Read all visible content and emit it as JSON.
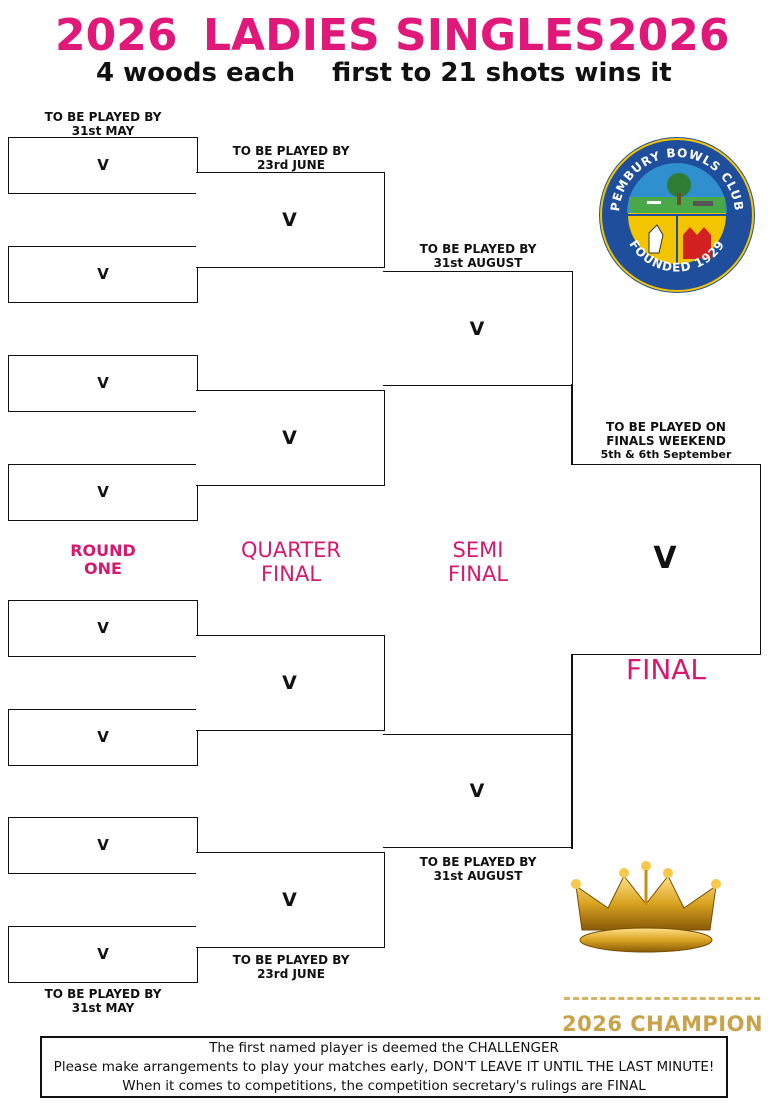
{
  "header": {
    "year_left": "2026",
    "title": "LADIES SINGLES",
    "year_right": "2026",
    "subtitle_left": "4 woods each",
    "subtitle_right": "first to 21 shots wins it"
  },
  "schedule": {
    "r1_top": [
      "TO BE PLAYED BY",
      "31st MAY"
    ],
    "qf_top": [
      "TO BE PLAYED BY",
      "23rd JUNE"
    ],
    "sf_top": [
      "TO BE PLAYED BY",
      "31st AUGUST"
    ],
    "final": [
      "TO BE PLAYED ON",
      "FINALS WEEKEND",
      "5th & 6th September"
    ],
    "sf_bottom": [
      "TO BE PLAYED BY",
      "31st AUGUST"
    ],
    "qf_bottom": [
      "TO BE PLAYED BY",
      "23rd JUNE"
    ],
    "r1_bottom": [
      "TO BE PLAYED BY",
      "31st MAY"
    ]
  },
  "rounds": {
    "round_one": [
      "ROUND",
      "ONE"
    ],
    "quarter_final": [
      "QUARTER",
      "FINAL"
    ],
    "semi_final": [
      "SEMI",
      "FINAL"
    ],
    "final": "FINAL"
  },
  "versus": "V",
  "logo": {
    "name": "PEMBURY BOWLS CLUB",
    "founded": "FOUNDED 1929"
  },
  "champion_label": "2026 CHAMPION",
  "footer": {
    "line1": "The first named player is deemed the CHALLENGER",
    "line2": "Please make arrangements to play your matches early, DON'T LEAVE IT UNTIL THE LAST MINUTE!",
    "line3": "When it comes to competitions, the competition secretary's rulings are FINAL"
  },
  "colors": {
    "title_pink": "#e0187a",
    "round_pink": "#d6196f",
    "gold": "#c9a24a",
    "logo_blue": "#1f4f9c",
    "logo_yellow": "#f2c500"
  }
}
